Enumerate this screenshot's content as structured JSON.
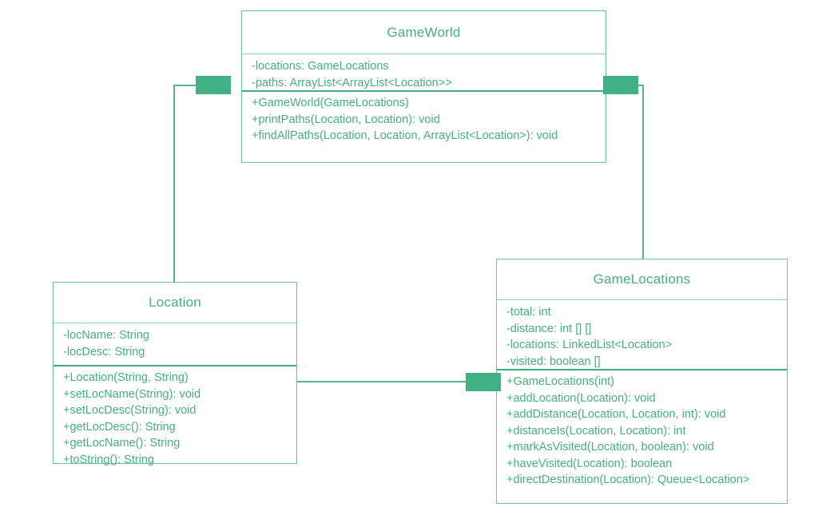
{
  "diagram": {
    "kind": "uml-class-diagram",
    "colors": {
      "accent": "#45b07f",
      "border": "#6cc49a",
      "divider_thin": "#8ed0ae",
      "divider_thick": "#3fae7b",
      "connector": "#4fb98a",
      "diamond_fill": "#41b184",
      "background": "#ffffff"
    },
    "classes": [
      {
        "id": "gameworld",
        "name": "GameWorld",
        "attributes": [
          "-locations: GameLocations",
          "-paths: ArrayList<ArrayList<Location>>"
        ],
        "operations": [
          "+GameWorld(GameLocations)",
          "+printPaths(Location, Location): void",
          "+findAllPaths(Location, Location, ArrayList<Location>): void"
        ]
      },
      {
        "id": "location",
        "name": "Location",
        "attributes": [
          "-locName: String",
          "-locDesc: String"
        ],
        "operations": [
          "+Location(String, String)",
          "+setLocName(String): void",
          "+setLocDesc(String): void",
          "+getLocDesc(): String",
          "+getLocName(): String",
          "+toString(): String"
        ]
      },
      {
        "id": "gamelocations",
        "name": "GameLocations",
        "attributes": [
          "-total: int",
          "-distance: int [] []",
          "-locations: LinkedList<Location>",
          "-visited: boolean []"
        ],
        "operations": [
          "+GameLocations(int)",
          "+addLocation(Location): void",
          "+addDistance(Location, Location, int): void",
          "+distanceIs(Location, Location): int",
          "+markAsVisited(Location, boolean): void",
          "+haveVisited(Location): boolean",
          "+directDestination(Location): Queue<Location>"
        ]
      }
    ],
    "relationships": [
      {
        "id": "gameworld-location",
        "type": "composition",
        "from": "gameworld",
        "to": "location",
        "label": ""
      },
      {
        "id": "gameworld-gamelocations",
        "type": "composition",
        "from": "gameworld",
        "to": "gamelocations",
        "label": ""
      },
      {
        "id": "gamelocations-location",
        "type": "composition",
        "from": "gamelocations",
        "to": "location",
        "label": ""
      }
    ]
  }
}
